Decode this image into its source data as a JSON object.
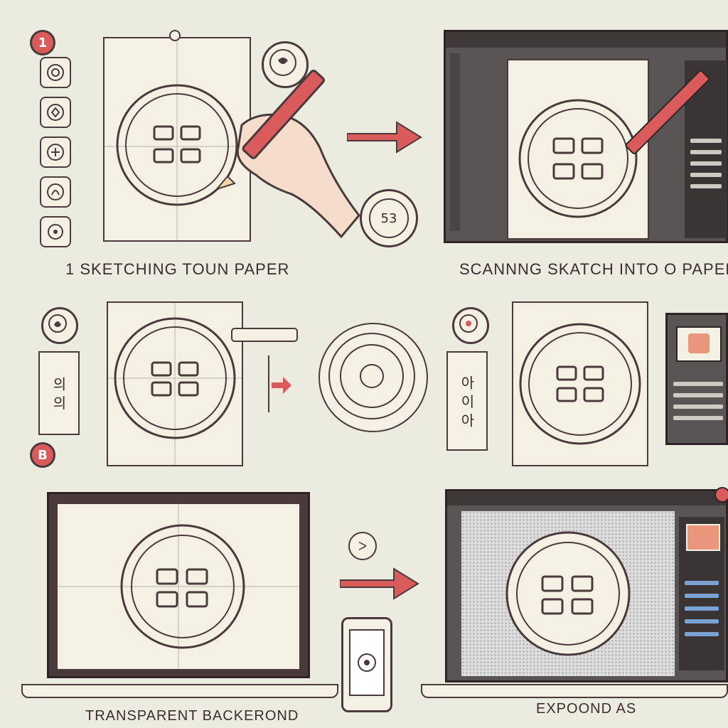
{
  "steps": [
    {
      "id": 1,
      "badge": "1",
      "caption": "1   SKETCHING TOUN PAPER"
    },
    {
      "id": 2,
      "caption": "SCANNNG SKATCH INTO O PAPER"
    },
    {
      "id": 3,
      "badge": "B"
    },
    {
      "id": 5,
      "caption": "TRANSPARENT BACKEROND"
    },
    {
      "id": 6,
      "caption": "EXPOOND  AS"
    }
  ],
  "labels": {
    "badge_53": "53",
    "korean_1": "의 의",
    "korean_2": "아 이 아",
    "arrow_x": "ᐳ"
  },
  "colors": {
    "accent": "#d95b5b",
    "ink": "#4b3a3c",
    "paper": "#f4f1e4",
    "background": "#ecebdf",
    "screen": "#5a5555"
  },
  "icons": [
    "emblem-icon",
    "pencil-icon",
    "hand-icon",
    "arrow-right-icon",
    "laptop-icon",
    "phone-icon",
    "editor-window-icon"
  ]
}
